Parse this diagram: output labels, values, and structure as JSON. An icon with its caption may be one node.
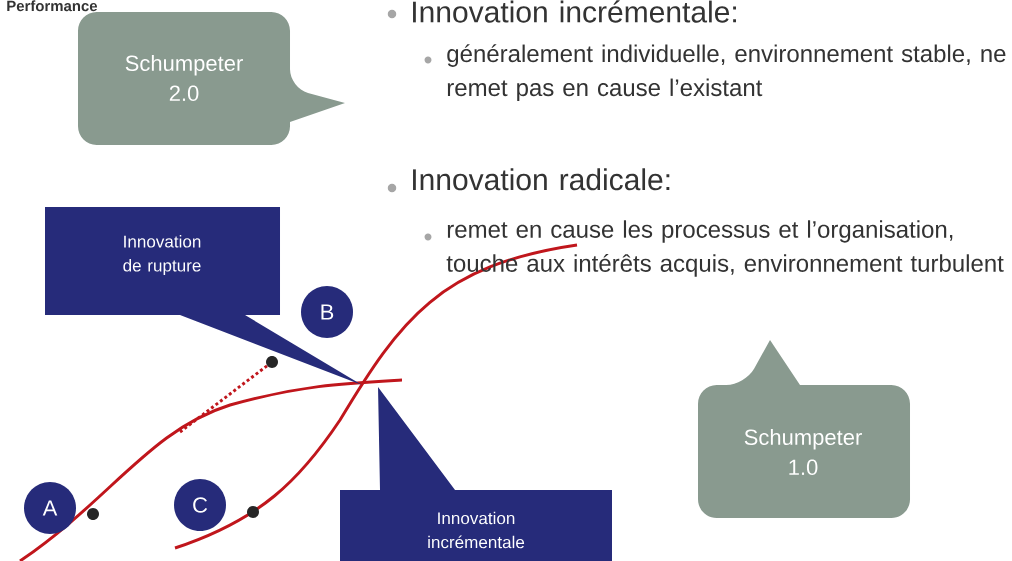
{
  "diagram": {
    "nodes": [
      {
        "text": [
          "Schumpeter 2.0"
        ]
      },
      {
        "text": [
          "Innovation de rupture"
        ]
      },
      {
        "text": [
          "B"
        ]
      },
      {
        "text": [
          "A"
        ]
      },
      {
        "text": [
          "C"
        ]
      },
      {
        "text": [
          "Innovation incrémentale"
        ]
      },
      {
        "text": [
          "Schumpeter 1.0"
        ]
      }
    ],
    "labels": [
      "Performance",
      "Innovation incrémentale:",
      "généralement individuelle, environnement stable, ne remet pas en cause l’existant",
      "Innovation radicale:",
      "remet en cause les processus et l’organisation, touche aux intérêts acquis, environnement turbulent"
    ]
  }
}
